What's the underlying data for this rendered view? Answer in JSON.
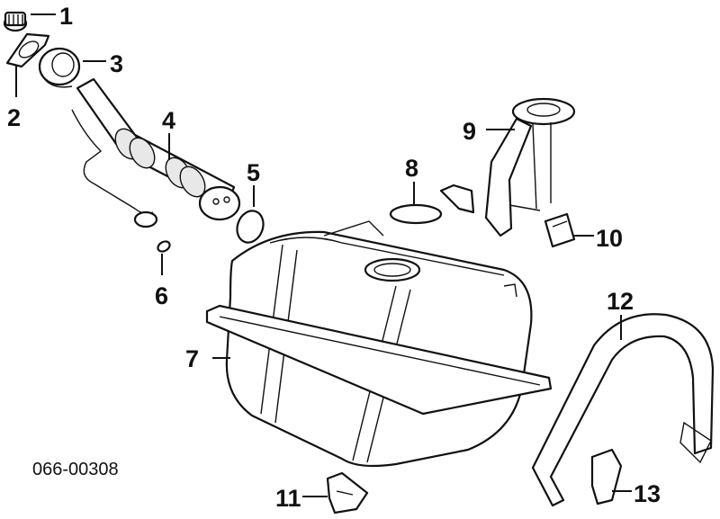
{
  "diagram": {
    "part_number": "066-00308",
    "callouts": [
      "1",
      "2",
      "3",
      "4",
      "5",
      "6",
      "7",
      "8",
      "9",
      "10",
      "11",
      "12",
      "13"
    ]
  }
}
